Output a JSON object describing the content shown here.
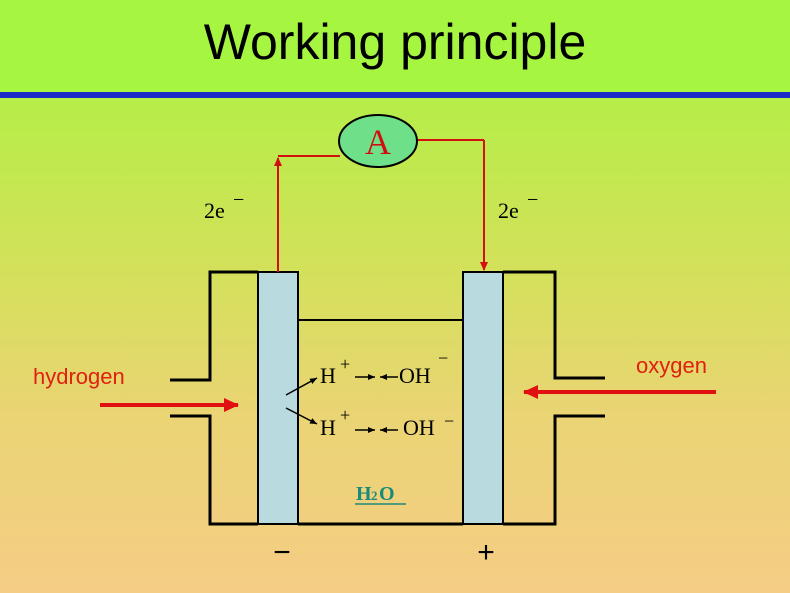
{
  "title": "Working principle",
  "ammeter_label": "A",
  "electron_left": "2e",
  "electron_right": "2e",
  "electron_charge": "−",
  "input_left": "hydrogen",
  "input_right": "oxygen",
  "ions": {
    "h_row1": "H",
    "h_row1_charge": "+",
    "oh_row1": "OH",
    "oh_row1_charge": "−",
    "h_row2": "H",
    "h_row2_charge": "+",
    "oh_row2": "OH",
    "oh_row2_charge": "−"
  },
  "electrolyte": {
    "symbol": "H",
    "subscript": "2",
    "symbol_tail": "O"
  },
  "pole_negative": "−",
  "pole_positive": "+",
  "colors": {
    "header_bg": "#a6f540",
    "divider": "#1a2bc8",
    "wire": "#d21010",
    "arrow": "#e01010",
    "electrode_fill": "#b9dbe0",
    "ammeter_fill": "#6fe08a",
    "ammeter_text": "#d01010",
    "gas_label": "#e02010",
    "water_label": "#1a8a7a"
  }
}
